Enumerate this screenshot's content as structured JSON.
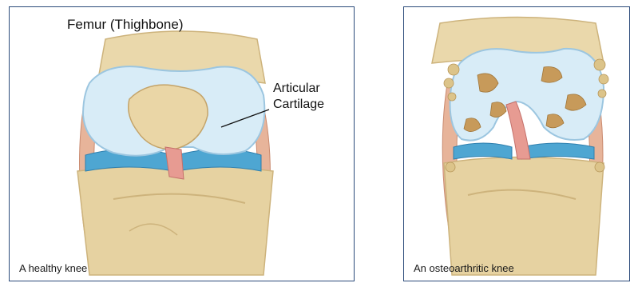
{
  "left_panel": {
    "title": "Femur (Thighbone)",
    "label_line1": "Articular",
    "label_line2": "Cartilage",
    "caption": "A healthy knee"
  },
  "right_panel": {
    "caption": "An osteoarthritic knee"
  },
  "colors": {
    "bone": "#e9d6a8",
    "bone_shadow": "#cdb37c",
    "cartilage": "#d8ecf7",
    "meniscus": "#4ea6d2",
    "ligament": "#e79b92",
    "border": "#2b4a7a",
    "damage": "#c79a5a"
  }
}
